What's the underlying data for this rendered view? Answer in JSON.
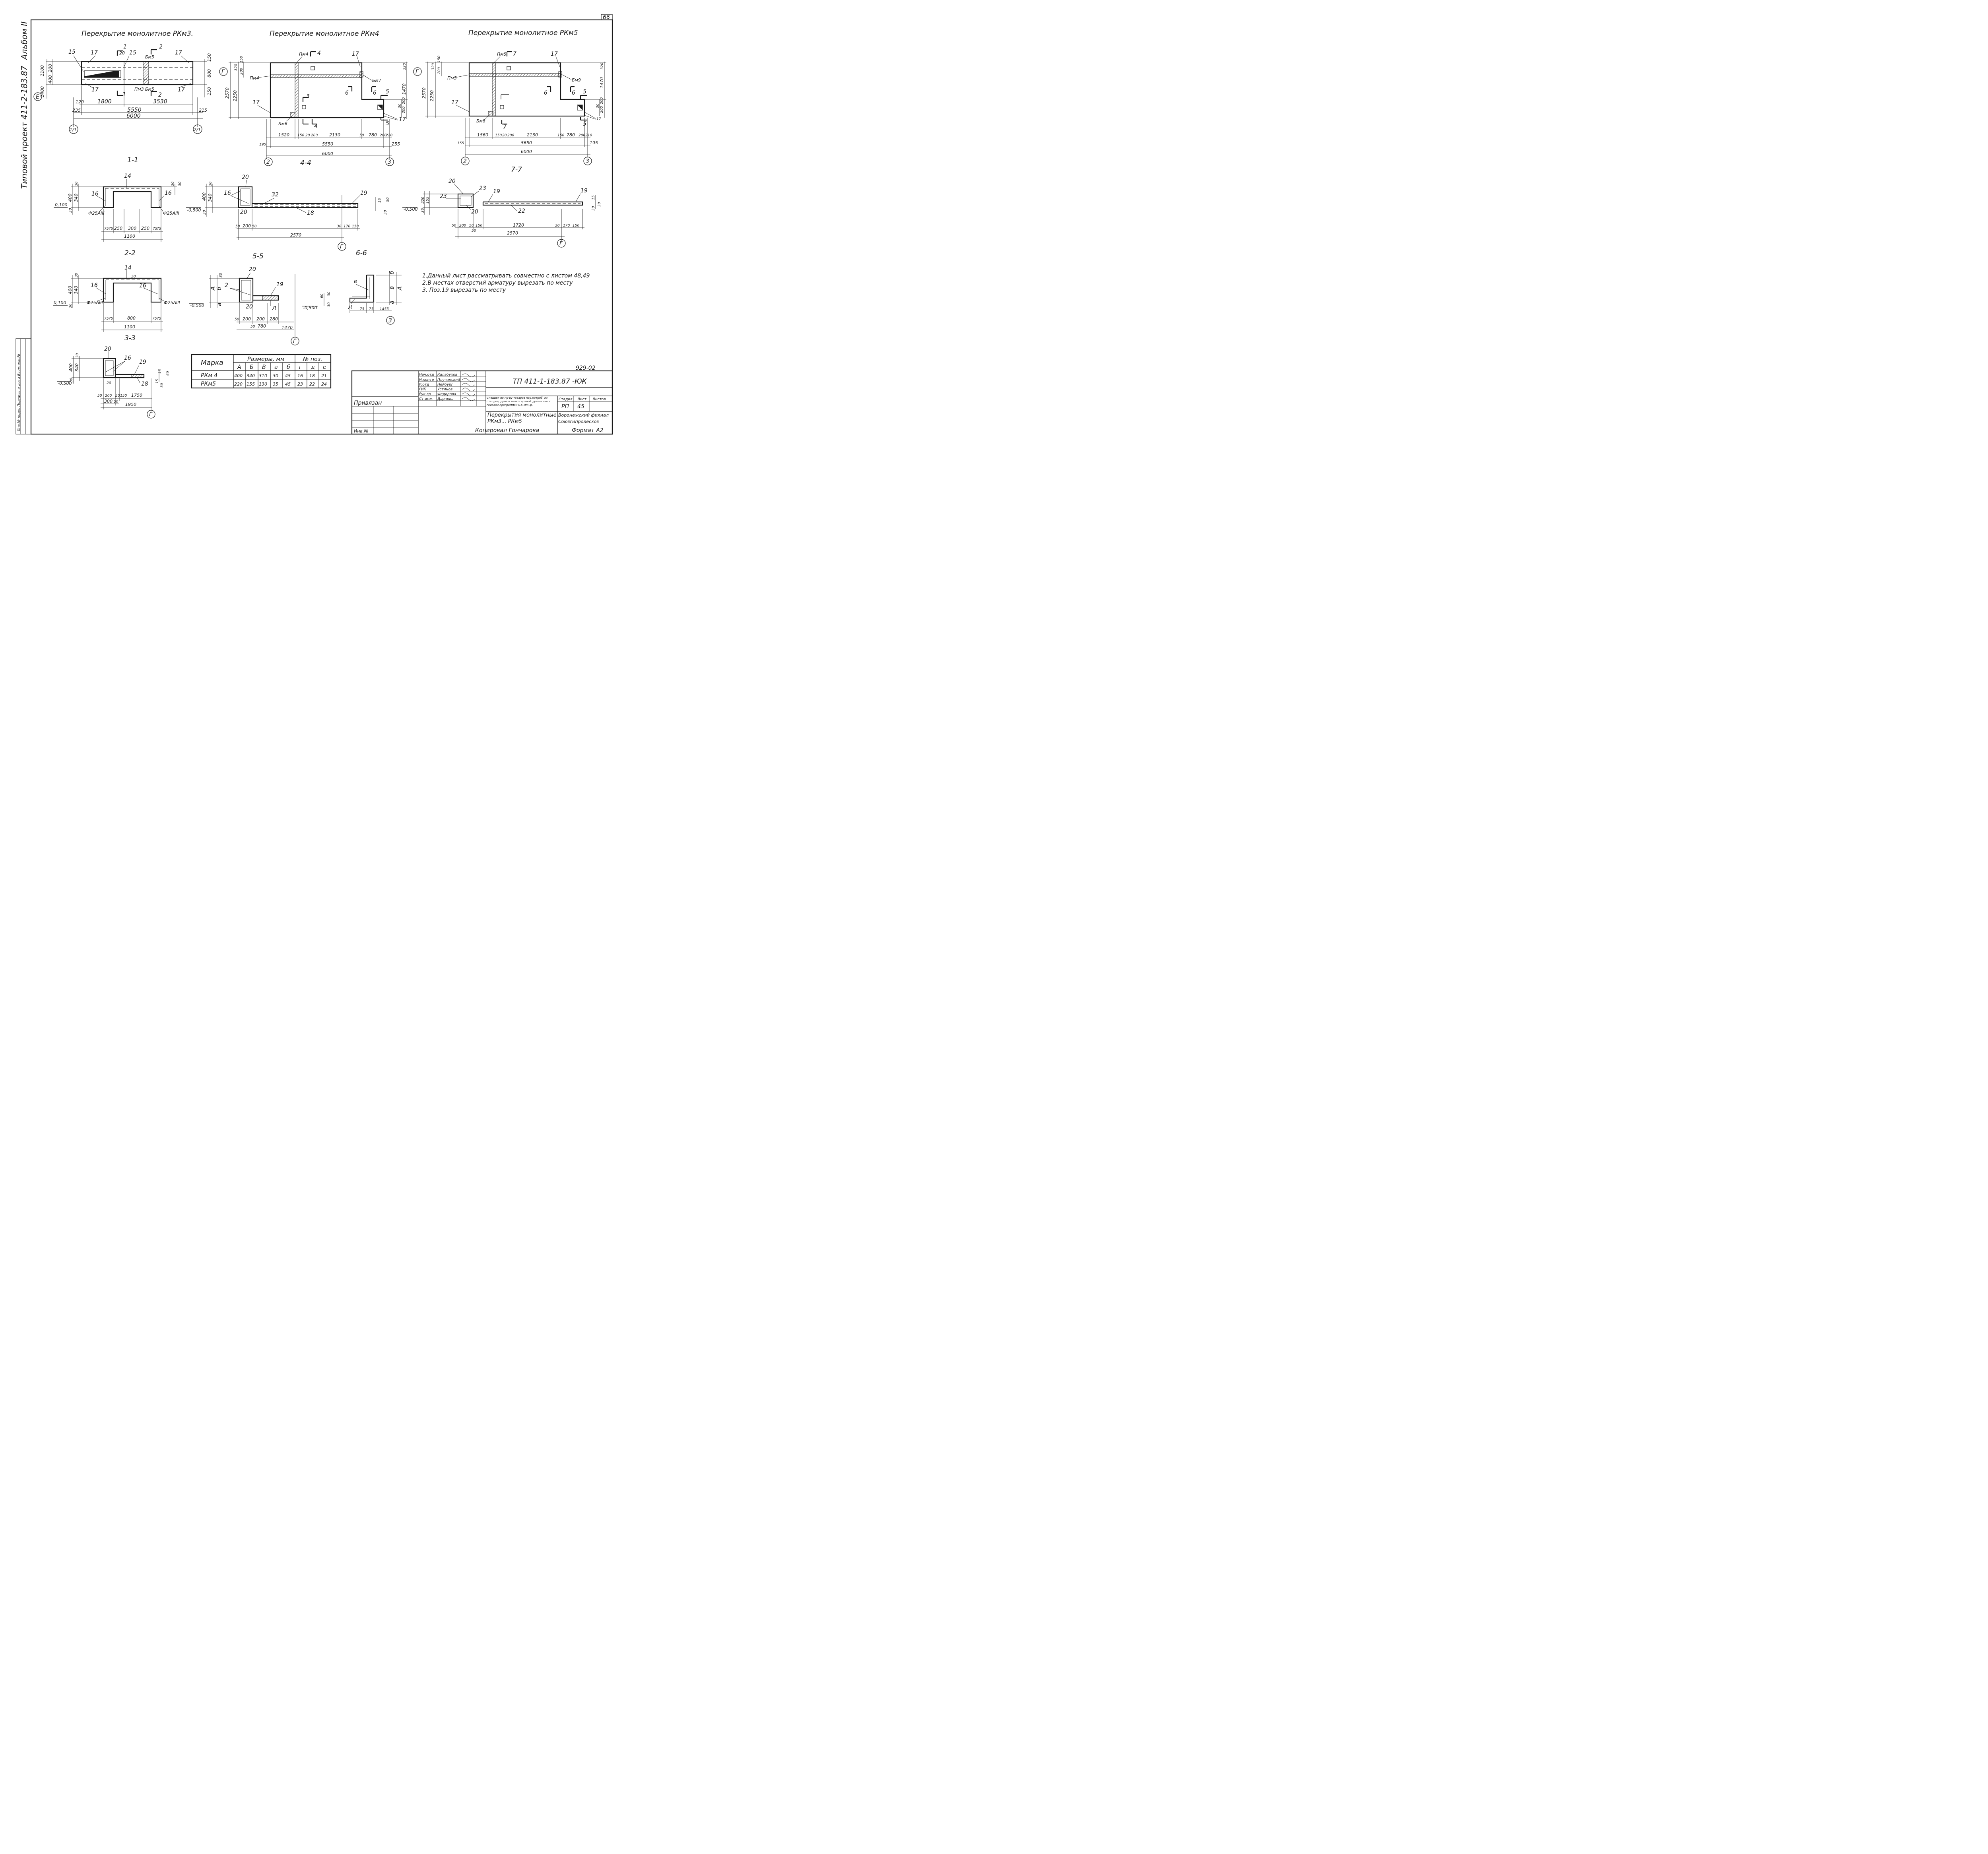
{
  "page_number": "66",
  "side": {
    "album": "Альбом II",
    "project": "Типовой проект 411-2-183.87",
    "stamp": "Инв.№ подл. Подпись и дата Взам.инв.№"
  },
  "plans": [
    {
      "title": "Перекрытие монолитное РКм3."
    },
    {
      "title": "Перекрытие монолитное РКм4"
    },
    {
      "title": "Перекрытие монолитное РКм5"
    }
  ],
  "plan1": {
    "positions": [
      "15",
      "17",
      "15",
      "17",
      "17",
      "17"
    ],
    "marks": [
      "Бм5",
      "Пм3",
      "Бм5"
    ],
    "cut_numbers": [
      "1",
      "2",
      "1",
      "2"
    ],
    "dims": [
      "120",
      "1800",
      "3530",
      "235",
      "5550",
      "215",
      "6000",
      "20"
    ],
    "vdims_left": [
      "1100",
      "200",
      "200",
      "400",
      "400",
      "1400"
    ],
    "vdims_right": [
      "150",
      "800",
      "150"
    ],
    "axes": [
      "Е",
      "1/1",
      "2/1"
    ]
  },
  "plan2": {
    "marks": [
      "Пм4",
      "Пм4",
      "Бм7",
      "Бм6"
    ],
    "positions": [
      "17",
      "17",
      "17"
    ],
    "cut_numbers": [
      "4",
      "3",
      "4",
      "6",
      "6",
      "5",
      "5"
    ],
    "dims_row1": [
      "1520",
      "150",
      "20",
      "200",
      "2130",
      "50",
      "780",
      "200",
      "220"
    ],
    "dims_row2": [
      "195",
      "5550",
      "255"
    ],
    "dims_total": "6000",
    "vdims_left": [
      "2570",
      "2250",
      "320",
      "200",
      "150"
    ],
    "vdims_right": [
      "320",
      "1470",
      "30",
      "200",
      "200"
    ],
    "axes": [
      "Г",
      "2",
      "3"
    ]
  },
  "plan3": {
    "marks": [
      "Пм5",
      "Пм5",
      "Бм9",
      "Бм8"
    ],
    "positions": [
      "17",
      "17",
      "17"
    ],
    "cut_numbers": [
      "7",
      "7",
      "6",
      "6",
      "5",
      "5"
    ],
    "dims_row1": [
      "1560",
      "150",
      "20",
      "200",
      "2130",
      "150",
      "780",
      "200",
      "210"
    ],
    "dims_row2": [
      "155",
      "5650",
      "195"
    ],
    "dims_total": "6000",
    "vdims_left": [
      "2570",
      "2250",
      "320",
      "200",
      "150"
    ],
    "vdims_right": [
      "320",
      "1470",
      "30",
      "200",
      "200"
    ],
    "axes": [
      "Г",
      "2",
      "3"
    ]
  },
  "section_labels": [
    "1-1",
    "4-4",
    "7-7",
    "2-2",
    "5-5",
    "6-6",
    "3-3"
  ],
  "sec11": {
    "positions": [
      "14",
      "16",
      "16"
    ],
    "rebar": [
      "Ф25АIII",
      "Ф25АIII"
    ],
    "level": "0,100",
    "vdims": [
      "30",
      "400",
      "340",
      "30",
      "30",
      "30"
    ],
    "dims": [
      "75",
      "75",
      "250",
      "300",
      "250",
      "75",
      "75"
    ],
    "total": "1100"
  },
  "sec44": {
    "positions": [
      "20",
      "16",
      "32",
      "18",
      "19",
      "20"
    ],
    "level": "-0,500",
    "vdims": [
      "30",
      "400",
      "340",
      "30",
      "15",
      "50",
      "30"
    ],
    "dims": [
      "50",
      "200",
      "50",
      "30",
      "170",
      "150"
    ],
    "total": "2570",
    "axis": "Г"
  },
  "sec77": {
    "positions": [
      "20",
      "23",
      "23",
      "19",
      "19",
      "20",
      "22"
    ],
    "level": "-0,500",
    "vdims": [
      "220",
      "155",
      "35",
      "15",
      "30",
      "30"
    ],
    "dims": [
      "50",
      "200",
      "50",
      "150",
      "1720",
      "30",
      "170",
      "150"
    ],
    "dim_small": "50",
    "total": "2570",
    "axis": "Г"
  },
  "sec22": {
    "positions": [
      "14",
      "16",
      "16"
    ],
    "rebar": [
      "Ф25АIII",
      "Ф25АIII"
    ],
    "level": "0,100",
    "vdims": [
      "30",
      "400",
      "340",
      "30",
      "30"
    ],
    "dims": [
      "75",
      "75",
      "800",
      "75",
      "75"
    ],
    "total": "1100"
  },
  "sec55": {
    "positions": [
      "20",
      "2",
      "19",
      "20"
    ],
    "letters": [
      "А",
      "б",
      "а",
      "д"
    ],
    "level": "-0,500",
    "vdims": [
      "30"
    ],
    "dims": [
      "50",
      "200",
      "200",
      "280",
      "50",
      "780",
      "1470"
    ],
    "axis": "Г"
  },
  "sec66": {
    "letters": [
      "е",
      "б",
      "в",
      "А",
      "а",
      "д"
    ],
    "level": "-0,500",
    "vdims": [
      "60",
      "30",
      "30"
    ],
    "dims": [
      "75",
      "75",
      "1455"
    ],
    "axis": "3"
  },
  "sec33": {
    "positions": [
      "20",
      "16",
      "19",
      "18",
      "20"
    ],
    "level": "-0,500",
    "vdims": [
      "30",
      "400",
      "340",
      "30",
      "15",
      "60",
      "15",
      "30"
    ],
    "dims": [
      "50",
      "200",
      "50",
      "150",
      "1750",
      "300",
      "50",
      "1950"
    ],
    "axis": "Г"
  },
  "notes": [
    "1.Данный лист рассматривать совместно с листом 48,49",
    "2.В местах отверстий арматуру вырезать по месту",
    "3. Поз.19 вырезать по месту"
  ],
  "table": {
    "header_mark": "Марка",
    "header_dims": "Размеры, мм",
    "header_pos": "№ поз.",
    "subheaders": [
      "А",
      "Б",
      "В",
      "а",
      "б",
      "г",
      "д",
      "е"
    ],
    "rows": [
      [
        "РКм 4",
        "400",
        "340",
        "310",
        "30",
        "45",
        "16",
        "18",
        "21"
      ],
      [
        "РКм5",
        "220",
        "155",
        "130",
        "35",
        "45",
        "23",
        "22",
        "24"
      ]
    ]
  },
  "title_block": {
    "code": "929-02",
    "doc_number": "ТП 411-1-183.87 -КЖ",
    "signers": [
      [
        "Нач.отд",
        "Калабухов"
      ],
      [
        "Н.контр",
        "Плучинский"
      ],
      [
        "Р.отд",
        "Нейбург"
      ],
      [
        "ГИП",
        "Устинов"
      ],
      [
        "Рук.гр",
        "Федорова"
      ],
      [
        "Ст.инж",
        "Дарпова"
      ]
    ],
    "project_desc": "Спеццех по пр-ву товаров нар.потреб. из отходов, дров и низкосортной древесины с годовой программой 0.5 млн.р.",
    "col_stage": "Стадия",
    "col_sheet": "Лист",
    "col_sheets": "Листов",
    "stage": "РП",
    "sheet": "45",
    "drawing_title": "Перекрытия монолитные РКм3... РКм5",
    "org": "Воронежский филиал Союзгипролесхоз",
    "privyazan": "Привязан",
    "inv": "Инв.№"
  },
  "footer": {
    "copied": "Копировал Гончарова",
    "format": "Формат А2"
  }
}
